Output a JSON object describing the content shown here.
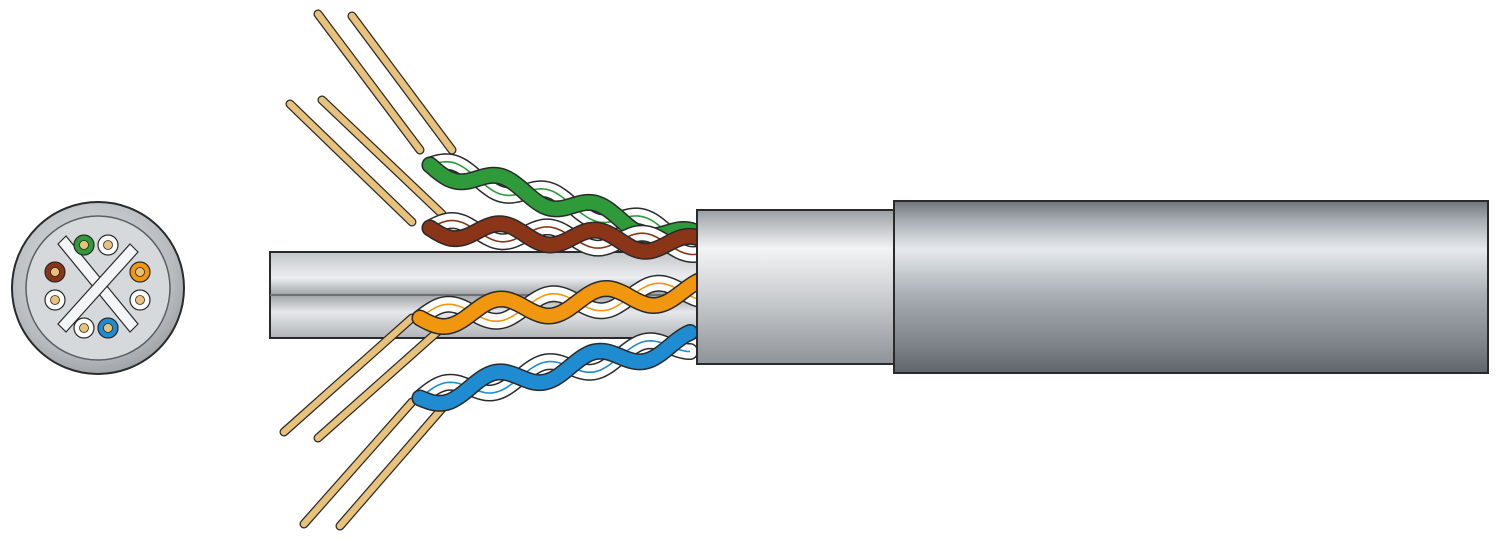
{
  "figure": {
    "subject": "cat5e-utp-cable-cutaway",
    "cross_section": {
      "pairs": [
        {
          "name": "green-pair",
          "solid": "#2e9a3a",
          "stripe_base": "#ffffff"
        },
        {
          "name": "orange-pair",
          "solid": "#f0960f",
          "stripe_base": "#ffffff"
        },
        {
          "name": "brown-pair",
          "solid": "#8a3418",
          "stripe_base": "#ffffff"
        },
        {
          "name": "blue-pair",
          "solid": "#1f8bd0",
          "stripe_base": "#ffffff"
        }
      ]
    },
    "colors": {
      "outer_jacket": "#9aa0a6",
      "inner_jacket": "#d8dbde",
      "separator": "#c9ccce",
      "copper": "#e8c27a",
      "outline": "#2a2a2a",
      "green": "#2e9a3a",
      "brown": "#8a3418",
      "orange": "#f0960f",
      "blue": "#1f8bd0"
    }
  }
}
